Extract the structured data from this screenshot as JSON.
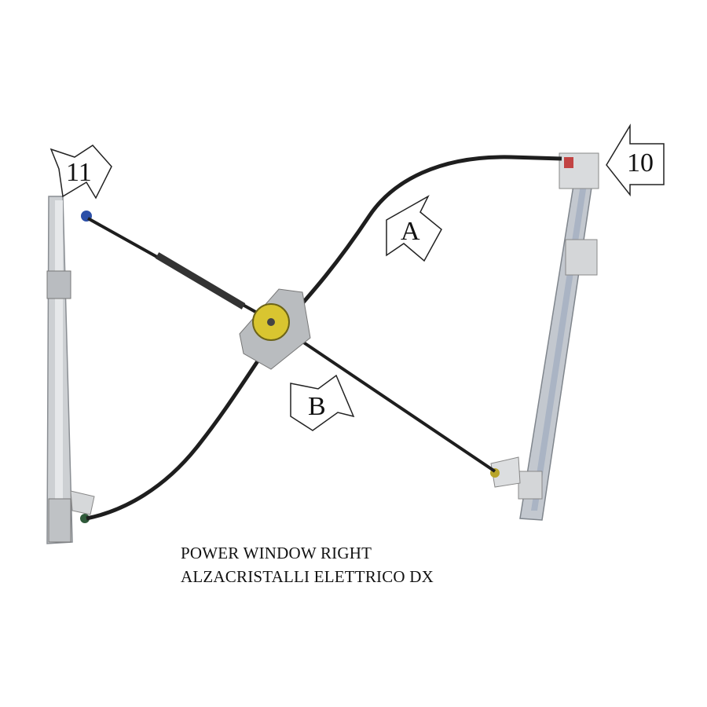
{
  "callouts": {
    "left_top": "11",
    "right_top": "10",
    "cable_a": "A",
    "cable_b": "B"
  },
  "caption": {
    "line1": "POWER WINDOW RIGHT",
    "line2": "ALZACRISTALLI ELETTRICO DX"
  },
  "colors": {
    "rail": "#c9ccd0",
    "cable": "#1e1e1e",
    "motor": "#d9c530"
  }
}
